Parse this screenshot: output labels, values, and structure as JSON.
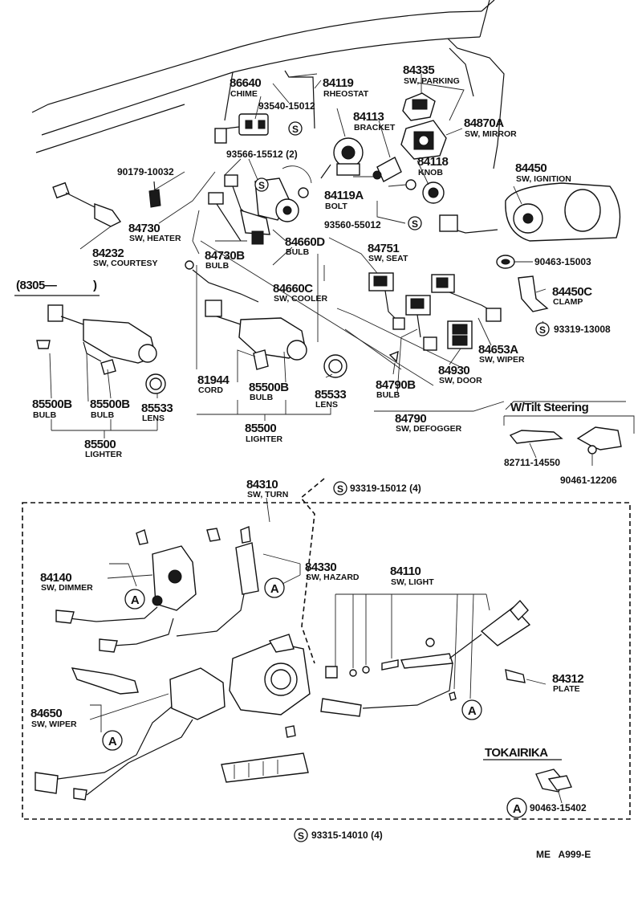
{
  "callouts": [
    {
      "id": "c86640",
      "part": "86640",
      "desc": "CHIME"
    },
    {
      "id": "c84119",
      "part": "84119",
      "desc": "RHEOSTAT"
    },
    {
      "id": "c84335",
      "part": "84335",
      "desc": "SW, PARKING"
    },
    {
      "id": "c93540",
      "part": "93540-15012",
      "desc": ""
    },
    {
      "id": "c84113",
      "part": "84113",
      "desc": "BRACKET"
    },
    {
      "id": "c84870A",
      "part": "84870A",
      "desc": "SW, MIRROR"
    },
    {
      "id": "c84118",
      "part": "84118",
      "desc": "KNOB"
    },
    {
      "id": "c93566",
      "part": "93566-15512 (2)",
      "desc": ""
    },
    {
      "id": "c90179",
      "part": "90179-10032",
      "desc": ""
    },
    {
      "id": "c84450",
      "part": "84450",
      "desc": "SW, IGNITION"
    },
    {
      "id": "c84119A",
      "part": "84119A",
      "desc": "BOLT"
    },
    {
      "id": "c93560",
      "part": "93560-55012",
      "desc": ""
    },
    {
      "id": "c84730",
      "part": "84730",
      "desc": "SW, HEATER"
    },
    {
      "id": "c84232",
      "part": "84232",
      "desc": "SW, COURTESY"
    },
    {
      "id": "c84730B",
      "part": "84730B",
      "desc": "BULB"
    },
    {
      "id": "c84660D",
      "part": "84660D",
      "desc": "BULB"
    },
    {
      "id": "c84751",
      "part": "84751",
      "desc": "SW, SEAT"
    },
    {
      "id": "c90463a",
      "part": "90463-15003",
      "desc": ""
    },
    {
      "id": "c84450C",
      "part": "84450C",
      "desc": "CLAMP"
    },
    {
      "id": "c84660C",
      "part": "84660C",
      "desc": "SW, COOLER"
    },
    {
      "id": "c93319a",
      "part": "93319-13008",
      "desc": ""
    },
    {
      "id": "c84653A",
      "part": "84653A",
      "desc": "SW, WIPER"
    },
    {
      "id": "c84930",
      "part": "84930",
      "desc": "SW, DOOR"
    },
    {
      "id": "c81944",
      "part": "81944",
      "desc": "CORD"
    },
    {
      "id": "c85500Bc",
      "part": "85500B",
      "desc": "BULB"
    },
    {
      "id": "c85533c",
      "part": "85533",
      "desc": "LENS"
    },
    {
      "id": "c84790B",
      "part": "84790B",
      "desc": "BULB"
    },
    {
      "id": "c85500Ba",
      "part": "85500B",
      "desc": "BULB"
    },
    {
      "id": "c85500Bb",
      "part": "85500B",
      "desc": "BULB"
    },
    {
      "id": "c85533a",
      "part": "85533",
      "desc": "LENS"
    },
    {
      "id": "c84790",
      "part": "84790",
      "desc": "SW, DEFOGGER"
    },
    {
      "id": "c85500c",
      "part": "85500",
      "desc": "LIGHTER"
    },
    {
      "id": "c85500a",
      "part": "85500",
      "desc": "LIGHTER"
    },
    {
      "id": "c82711",
      "part": "82711-14550",
      "desc": ""
    },
    {
      "id": "c90461",
      "part": "90461-12206",
      "desc": ""
    },
    {
      "id": "c84310",
      "part": "84310",
      "desc": "SW, TURN"
    },
    {
      "id": "c93319b",
      "part": "93319-15012 (4)",
      "desc": ""
    },
    {
      "id": "c84140",
      "part": "84140",
      "desc": "SW, DIMMER"
    },
    {
      "id": "c84330",
      "part": "84330",
      "desc": "SW, HAZARD"
    },
    {
      "id": "c84110",
      "part": "84110",
      "desc": "SW, LIGHT"
    },
    {
      "id": "c84312",
      "part": "84312",
      "desc": "PLATE"
    },
    {
      "id": "c84650",
      "part": "84650",
      "desc": "SW, WIPER"
    },
    {
      "id": "c90463b",
      "part": "90463-15402",
      "desc": ""
    },
    {
      "id": "c93315",
      "part": "93315-14010 (4)",
      "desc": ""
    }
  ],
  "notes": {
    "date_code": "(8305—",
    "date_close": ")",
    "tilt_steering": "W/Tilt Steering",
    "brand": "TOKAIRIKA",
    "ref_code": "ME   A999-E"
  },
  "symbols": {
    "screw": "S",
    "assembly": "A"
  }
}
